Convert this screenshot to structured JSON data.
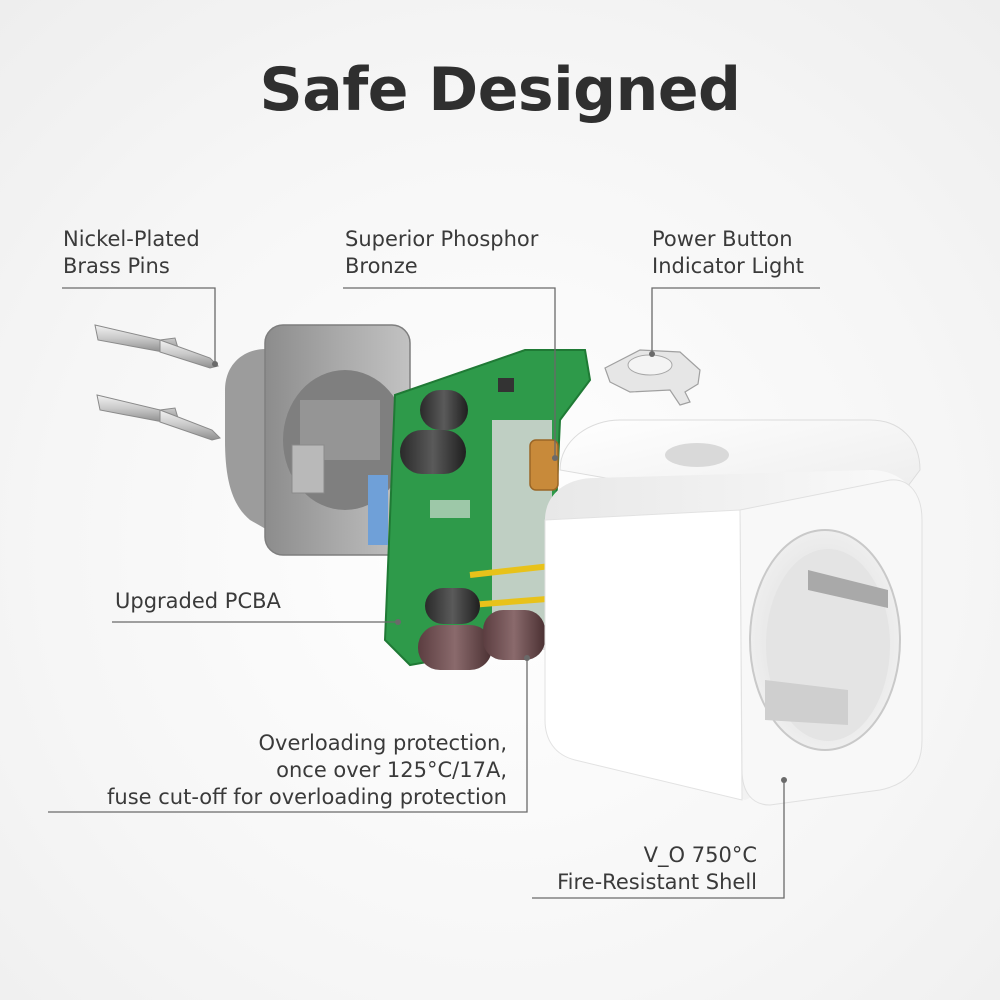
{
  "title": "Safe Designed",
  "callouts": {
    "pins": [
      "Nickel-Plated",
      "Brass Pins"
    ],
    "bronze": [
      "Superior Phosphor",
      "Bronze"
    ],
    "power": [
      "Power Button",
      "Indicator Light"
    ],
    "pcba": [
      "Upgraded PCBA"
    ],
    "overload": [
      "Overloading protection,",
      "once over 125°C/17A,",
      "fuse cut-off for overloading protection"
    ],
    "shell": [
      "V_O 750°C",
      "Fire-Resistant Shell"
    ]
  },
  "colors": {
    "pcb_green": "#2e9a4a",
    "shell_white": "#ffffff",
    "frame_grey": "#9a9a9a",
    "bronze": "#c88a3a",
    "wire_yellow": "#e8c21a",
    "leader_line": "#6a6a6a"
  }
}
